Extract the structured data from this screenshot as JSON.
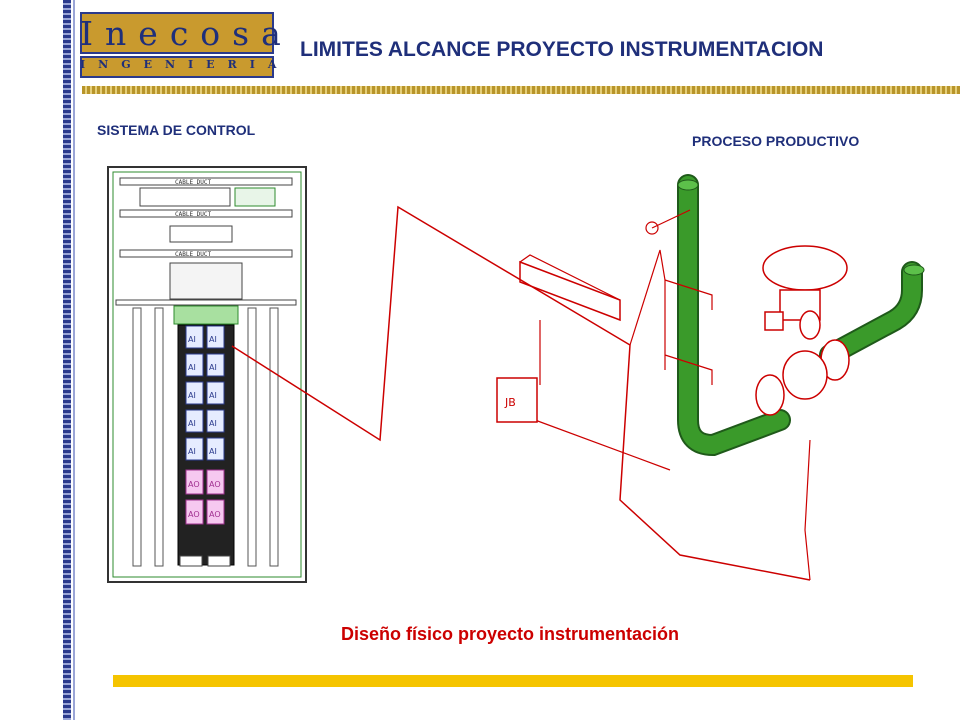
{
  "logo": {
    "name": "Inecosa",
    "sub": "INGENIERIA"
  },
  "title": "LIMITES ALCANCE PROYECTO INSTRUMENTACION",
  "labels": {
    "control": "SISTEMA DE CONTROL",
    "process": "PROCESO PRODUCTIVO"
  },
  "cabinet": {
    "duct_label": "CABLE DUCT",
    "modules_ai": [
      "AI",
      "AI",
      "AI",
      "AI",
      "AI",
      "AI",
      "AI",
      "AI",
      "AI",
      "AI"
    ],
    "modules_ao": [
      "AO",
      "AO",
      "AO",
      "AO"
    ]
  },
  "junction_box_label": "JB",
  "caption": "Diseño físico proyecto instrumentación",
  "colors": {
    "brand_blue": "#1f2f7a",
    "gold": "#c99a2e",
    "cable_red": "#cc0000",
    "pipe_green": "#3a9a2a",
    "footer_yellow": "#f5c400"
  }
}
